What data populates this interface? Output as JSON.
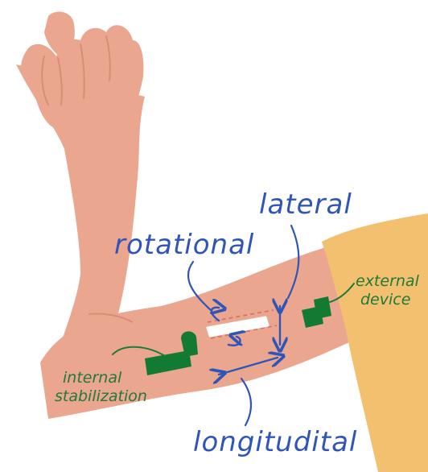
{
  "colors": {
    "skin": "#eba68f",
    "skin_shadow": "#d98d76",
    "sleeve": "#f2c06f",
    "device_green": "#127a32",
    "label_blue": "#2f55b8",
    "label_green": "#1f7a3a",
    "catheter": "#ffffff",
    "dashed_line": "#d9716c"
  },
  "labels": {
    "lateral": "lateral",
    "rotational": "rotational",
    "longitudinal": "longitudital",
    "external_device_line1": "external",
    "external_device_line2": "device",
    "internal_stabilization_line1": "internal",
    "internal_stabilization_line2": "stabilization"
  },
  "icons": {
    "lateral_motion": "double-arrow-vertical",
    "rotational_motion": "circular-arrows",
    "longitudinal_motion": "double-arrow-horizontal"
  }
}
